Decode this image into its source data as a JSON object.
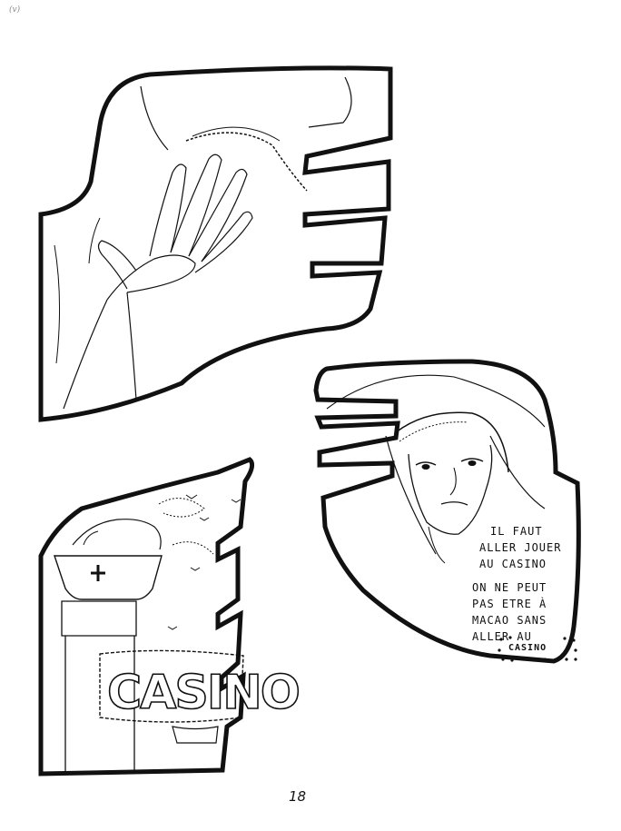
{
  "page": {
    "number": "18",
    "corner_mark": "(v)"
  },
  "panel_right": {
    "caption_lines": [
      "IL FAUT",
      "ALLER JOUER",
      "AU CASINO",
      "ON NE PEUT",
      "PAS ETRE À",
      "MACAO SANS",
      "ALLER AU"
    ],
    "banner_word": "CASINO"
  },
  "panel_bottom_left": {
    "sign_text": "CASINO"
  },
  "colors": {
    "ink": "#111111",
    "paper": "#ffffff"
  }
}
